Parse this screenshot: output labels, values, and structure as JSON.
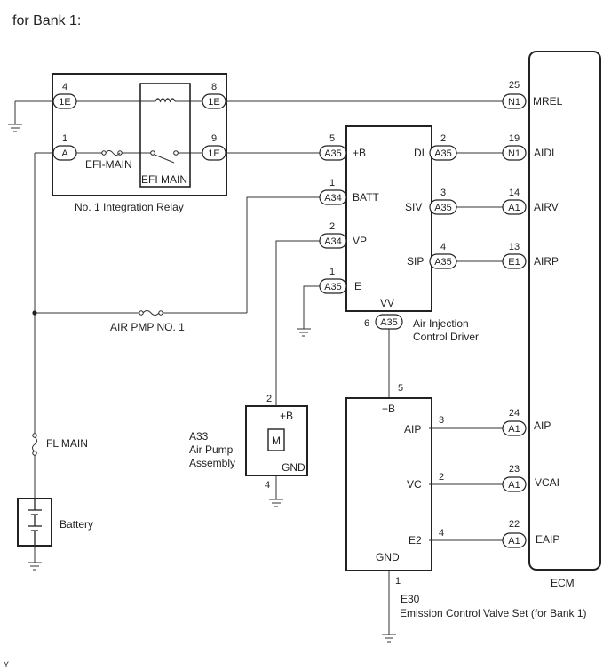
{
  "header": "for Bank 1:",
  "corner_mark": "Y",
  "relay": {
    "caption": "No. 1 Integration Relay",
    "fuse_label": "EFI-MAIN",
    "switch_label": "EFI MAIN",
    "pins": [
      {
        "num": "4",
        "conn": "1E"
      },
      {
        "num": "8",
        "conn": "1E"
      },
      {
        "num": "1",
        "conn": "A"
      },
      {
        "num": "9",
        "conn": "1E"
      }
    ]
  },
  "air_driver": {
    "name": "Air Injection",
    "name2": "Control Driver",
    "vv": "VV",
    "left_pins": [
      {
        "num": "5",
        "conn": "A35",
        "sig": "+B"
      },
      {
        "num": "1",
        "conn": "A34",
        "sig": "BATT"
      },
      {
        "num": "2",
        "conn": "A34",
        "sig": "VP"
      },
      {
        "num": "1",
        "conn": "A35",
        "sig": "E"
      }
    ],
    "right_pins": [
      {
        "num": "2",
        "conn": "A35",
        "sig": "DI"
      },
      {
        "num": "3",
        "conn": "A35",
        "sig": "SIV"
      },
      {
        "num": "4",
        "conn": "A35",
        "sig": "SIP"
      }
    ],
    "bottom_pin": {
      "num": "6",
      "conn": "A35"
    }
  },
  "ecm": {
    "label": "ECM",
    "pins": [
      {
        "num": "25",
        "conn": "N1",
        "sig": "MREL"
      },
      {
        "num": "19",
        "conn": "N1",
        "sig": "AIDI"
      },
      {
        "num": "14",
        "conn": "A1",
        "sig": "AIRV"
      },
      {
        "num": "13",
        "conn": "E1",
        "sig": "AIRP"
      },
      {
        "num": "24",
        "conn": "A1",
        "sig": "AIP"
      },
      {
        "num": "23",
        "conn": "A1",
        "sig": "VCAI"
      },
      {
        "num": "22",
        "conn": "A1",
        "sig": "EAIP"
      }
    ]
  },
  "pump": {
    "code": "A33",
    "name1": "Air Pump",
    "name2": "Assembly",
    "pin_top": "2",
    "pin_bottom": "4",
    "sig_top": "+B",
    "sig_bottom": "GND",
    "motor": "M"
  },
  "valve": {
    "code": "E30",
    "name": "Emission Control Valve Set (for Bank 1)",
    "top_pin": "5",
    "top_sig": "+B",
    "bottom_pin": "1",
    "bottom_sig": "GND",
    "pins": [
      {
        "num": "3",
        "sig": "AIP"
      },
      {
        "num": "2",
        "sig": "VC"
      },
      {
        "num": "4",
        "sig": "E2"
      }
    ]
  },
  "air_pmp_fuse": "AIR PMP NO. 1",
  "fl_main": "FL MAIN",
  "battery": "Battery"
}
